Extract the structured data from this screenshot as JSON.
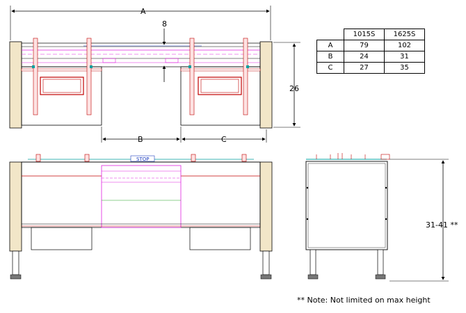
{
  "dimensions": {
    "A": "A",
    "B": "B",
    "C": "C",
    "depth": "8",
    "height": "26",
    "side_height": "31-41 **"
  },
  "table": {
    "columns": [
      "1015S",
      "1625S"
    ],
    "rows": [
      {
        "label": "A",
        "values": [
          "79",
          "102"
        ]
      },
      {
        "label": "B",
        "values": [
          "24",
          "31"
        ]
      },
      {
        "label": "C",
        "values": [
          "27",
          "35"
        ]
      }
    ]
  },
  "label_stop": "STOP",
  "note": "** Note:  Not limited on max height",
  "colors": {
    "line": "#000000",
    "red": "#c00000",
    "magenta": "#e020e0",
    "teal": "#00a0a0",
    "tan": "#f2e6c8",
    "blue": "#2040c0",
    "green": "#20a020"
  }
}
